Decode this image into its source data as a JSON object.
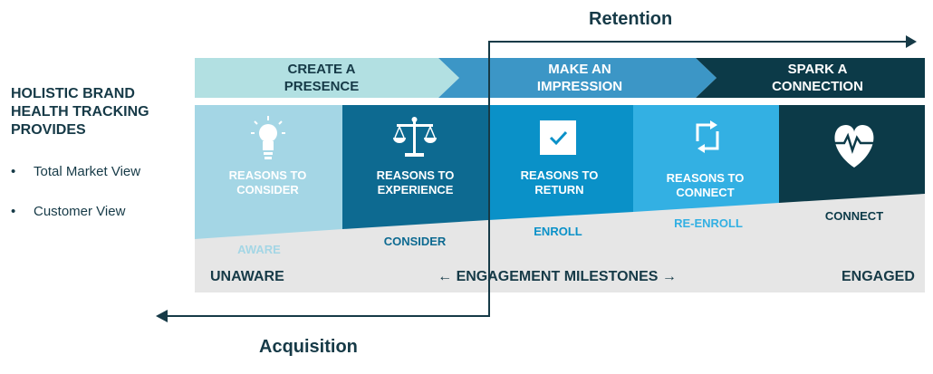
{
  "side": {
    "title": "HOLISTIC BRAND HEALTH TRACKING PROVIDES",
    "bullets": [
      "Total Market View",
      "Customer View"
    ],
    "bullet_glyph": "•"
  },
  "phases": [
    {
      "label": "CREATE A PRESENCE",
      "color": "#b2e0e2",
      "text_color": "#163a47"
    },
    {
      "label": "MAKE AN IMPRESSION",
      "color": "#3c96c6",
      "text_color": "#ffffff"
    },
    {
      "label": "SPARK A CONNECTION",
      "color": "#0c3a48",
      "text_color": "#ffffff"
    }
  ],
  "tiles": [
    {
      "label": "REASONS TO CONSIDER",
      "icon": "lightbulb-icon",
      "color": "#a4d6e5"
    },
    {
      "label": "REASONS TO EXPERIENCE",
      "icon": "scales-icon",
      "color": "#0d6a91"
    },
    {
      "label": "REASONS TO RETURN",
      "icon": "checkbox-icon",
      "color": "#0a91c8"
    },
    {
      "label": "REASONS TO CONNECT",
      "icon": "refresh-icon",
      "color": "#33b0e3"
    },
    {
      "label": "",
      "icon": "heartbeat-icon",
      "color": "#0c3a48"
    }
  ],
  "milestones": [
    {
      "label": "AWARE",
      "color": "#a4d6e5"
    },
    {
      "label": "CONSIDER",
      "color": "#0d6a91"
    },
    {
      "label": "ENROLL",
      "color": "#0a91c8"
    },
    {
      "label": "RE-ENROLL",
      "color": "#33b0e3"
    },
    {
      "label": "CONNECT",
      "color": "#0c3a48"
    }
  ],
  "bottom": {
    "left": "UNAWARE",
    "center": "← ENGAGEMENT MILESTONES →",
    "right": "ENGAGED"
  },
  "retention_label": "Retention",
  "acquisition_label": "Acquisition",
  "colors": {
    "navy": "#163a47",
    "grey_band": "#e6e6e6"
  }
}
